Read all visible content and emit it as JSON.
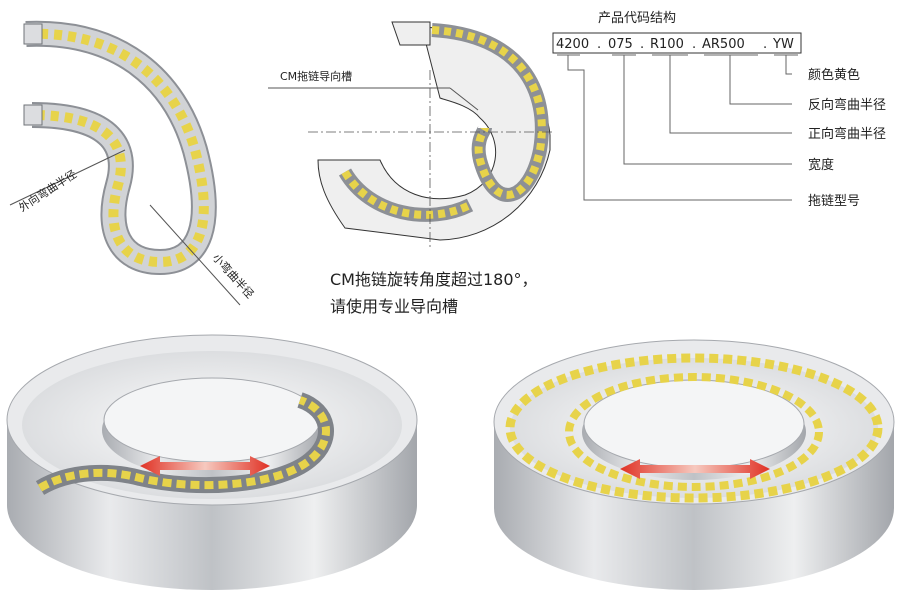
{
  "diagram": {
    "left_labels": {
      "outer_radius": "外向弯曲半径",
      "inner_radius": "小弯曲半径"
    },
    "guide_label": "CM拖链导向槽",
    "note_lines": [
      "CM拖链旋转角度超过180°，",
      "请使用专业导向槽"
    ],
    "code": {
      "title": "产品代码结构",
      "segments": [
        "4200",
        "075",
        "R100",
        "AR500",
        "YW"
      ],
      "descriptions": [
        "颜色黄色",
        "反向弯曲半径",
        "正向弯曲半径",
        "宽度",
        "拖链型号"
      ]
    }
  },
  "colors": {
    "chain_link": "#e7d34a",
    "chain_body": "#bfc2c6",
    "metal_light": "#e6e7e9",
    "metal_dark": "#9fa3a8",
    "arrow_red": "#e03124"
  }
}
